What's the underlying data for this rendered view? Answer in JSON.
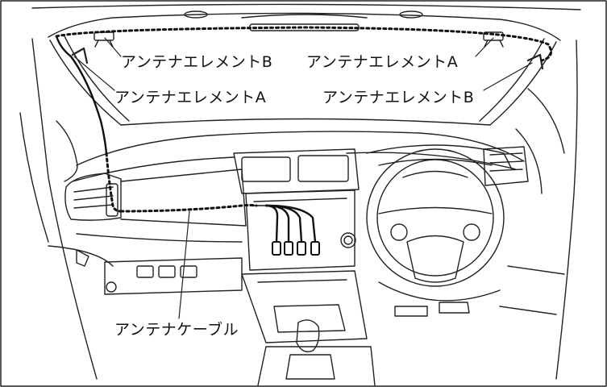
{
  "labels": {
    "element_b_left": "アンテナエレメントB",
    "element_a_right": "アンテナエレメントA",
    "element_a_left": "アンテナエレメントA",
    "element_b_right": "アンテナエレメントB",
    "cable": "アンテナケーブル"
  }
}
